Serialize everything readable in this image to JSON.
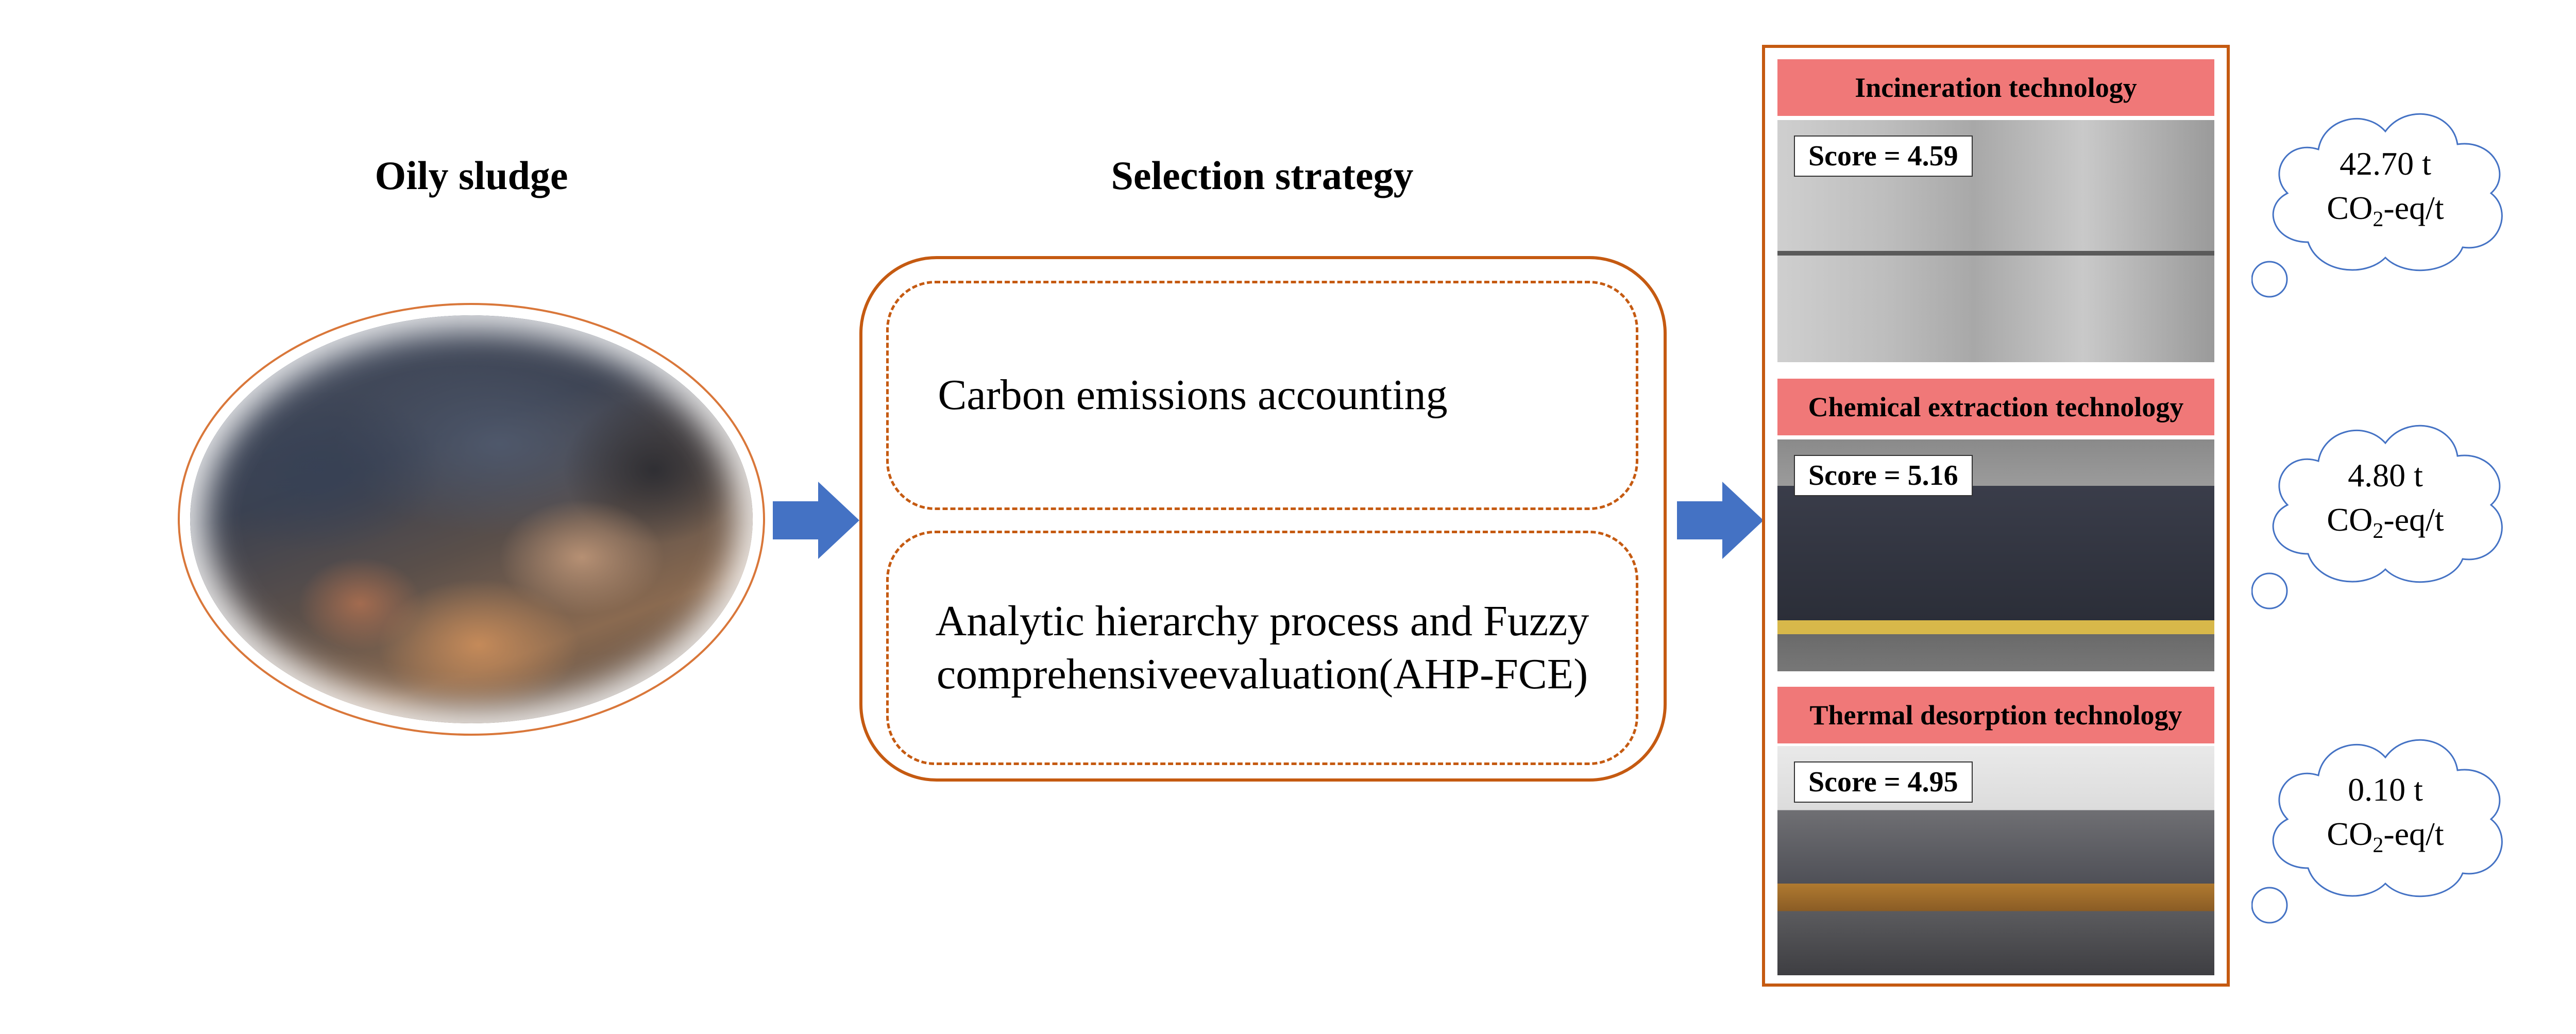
{
  "left": {
    "title": "Oily sludge"
  },
  "middle": {
    "title": "Selection strategy",
    "items": [
      "Carbon emissions accounting",
      "Analytic hierarchy process and Fuzzy comprehensiveevaluation(AHP-FCE)"
    ]
  },
  "technologies": [
    {
      "name": "Incineration technology",
      "score": "Score = 4.59",
      "emission_value": "42.70 t",
      "emission_unit_co": "CO",
      "emission_unit_sub": "2",
      "emission_unit_rest": "-eq/t"
    },
    {
      "name": "Chemical extraction technology",
      "score": "Score = 5.16",
      "emission_value": "4.80 t",
      "emission_unit_co": "CO",
      "emission_unit_sub": "2",
      "emission_unit_rest": "-eq/t"
    },
    {
      "name": "Thermal desorption technology",
      "score": "Score = 4.95",
      "emission_value": "0.10 t",
      "emission_unit_co": "CO",
      "emission_unit_sub": "2",
      "emission_unit_rest": "-eq/t"
    }
  ],
  "colors": {
    "accent_orange": "#c55a11",
    "header_red": "#f07878",
    "arrow_blue": "#4472c4",
    "cloud_outline": "#4472c4"
  }
}
